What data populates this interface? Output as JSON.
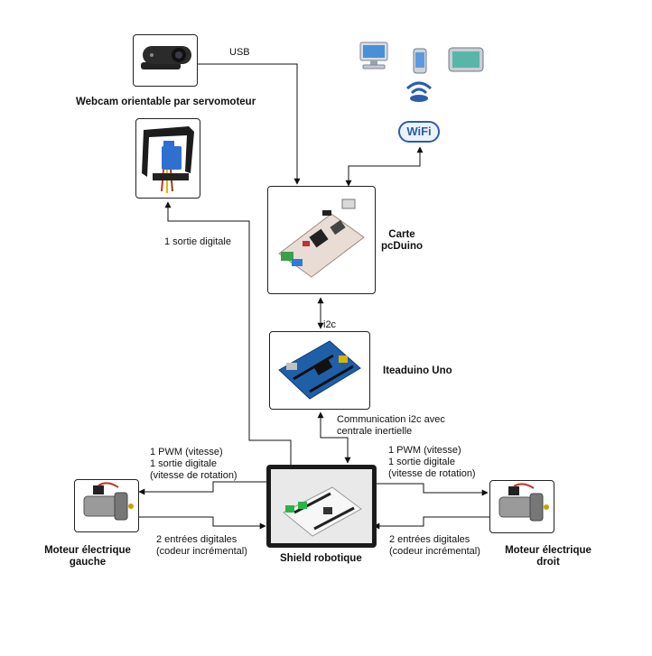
{
  "labels": {
    "usb": "USB",
    "webcam": "Webcam orientable par servomoteur",
    "sortie_servo": "1 sortie digitale",
    "carte_line1": "Carte",
    "carte_line2": "pcDuino",
    "i2c": "i2c",
    "iteaduino": "Iteaduino Uno",
    "comm_line1": "Communication i2c avec",
    "comm_line2": "centrale inertielle",
    "pwm_left_1": "1 PWM (vitesse)",
    "pwm_left_2": "1 sortie digitale",
    "pwm_left_3": "(vitesse de rotation)",
    "pwm_right_1": "1 PWM (vitesse)",
    "pwm_right_2": "1 sortie digitale",
    "pwm_right_3": "(vitesse de rotation)",
    "in_left_1": "2 entrées digitales",
    "in_left_2": "(codeur incrémental)",
    "in_right_1": "2 entrées digitales",
    "in_right_2": "(codeur incrémental)",
    "motor_left_1": "Moteur électrique",
    "motor_left_2": "gauche",
    "motor_right_1": "Moteur électrique",
    "motor_right_2": "droit",
    "shield": "Shield robotique",
    "wifi": "WiFi"
  },
  "colors": {
    "line": "#111111",
    "wifi_blue": "#2a5db0",
    "board_pcduino": "#e8dcd5",
    "board_uno": "#1f5fa8",
    "shield_board": "#f2f2f2"
  },
  "icons": [
    "webcam-icon",
    "servo-bracket-icon",
    "pcduino-board-icon",
    "iteaduino-board-icon",
    "shield-board-icon",
    "motor-left-icon",
    "motor-right-icon",
    "desktop-computer-icon",
    "smartphone-icon",
    "tablet-icon",
    "wireless-signal-icon",
    "wifi-logo-icon"
  ]
}
